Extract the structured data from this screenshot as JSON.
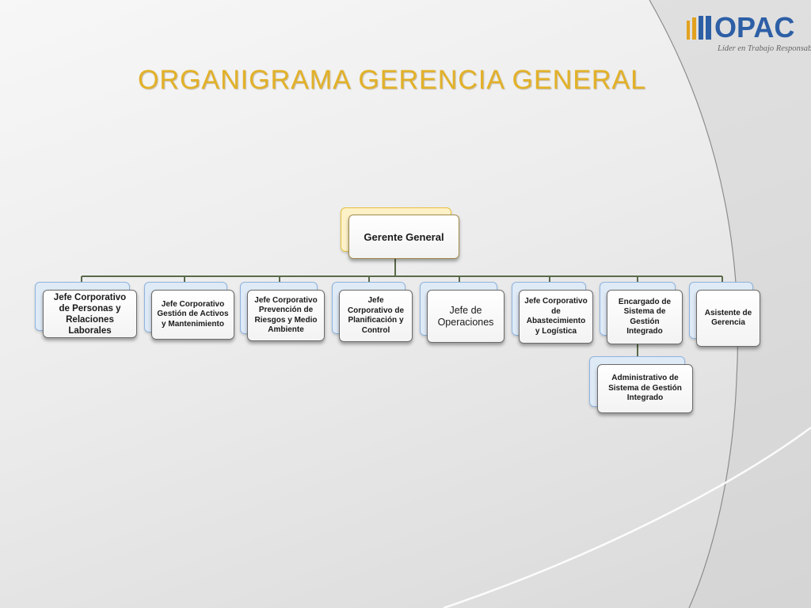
{
  "logo": {
    "name": "OPAC",
    "tagline": "Líder en Trabajo Responsable"
  },
  "title": "ORGANIGRAMA GERENCIA GENERAL",
  "org": {
    "root": "Gerente General",
    "children": [
      "Jefe Corporativo de Personas y Relaciones Laborales",
      "Jefe Corporativo Gestión de Activos y Mantenimiento",
      "Jefe Corporativo Prevención de Riesgos y Medio Ambiente",
      "Jefe Corporativo de Planificación y Control",
      "Jefe de Operaciones",
      "Jefe Corporativo de Abastecimiento y Logística",
      "Encargado de Sistema de Gestión Integrado",
      "Asistente de Gerencia"
    ],
    "sub": "Administrativo de Sistema de Gestión Integrado"
  },
  "colors": {
    "title": "#e2b128",
    "logo": "#2d5fa6",
    "connector": "#5a6a4a"
  }
}
